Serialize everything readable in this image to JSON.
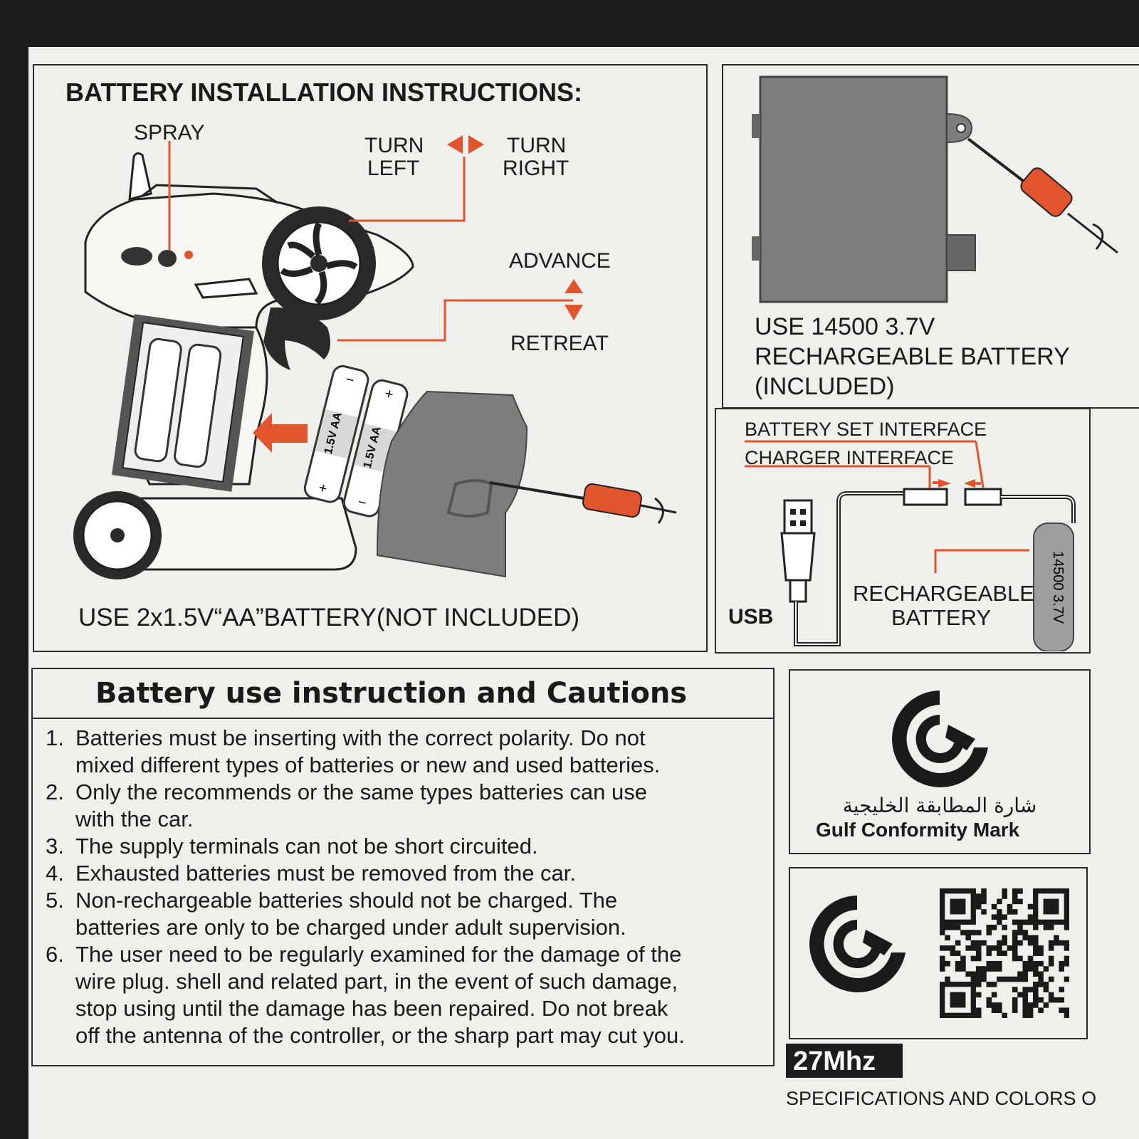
{
  "colors": {
    "accent": "#e2552c",
    "ink": "#1a1a1a",
    "paper": "#efefec",
    "gray_device": "#7d7d7d",
    "badge": "#1c1c1c"
  },
  "installation": {
    "title": "BATTERY INSTALLATION INSTRUCTIONS:",
    "spray": "SPRAY",
    "turn_left_1": "TURN",
    "turn_left_2": "LEFT",
    "turn_right_1": "TURN",
    "turn_right_2": "RIGHT",
    "advance": "ADVANCE",
    "retreat": "RETREAT",
    "battery_label": "1.5V AA",
    "polarity_plus": "+",
    "polarity_minus": "−",
    "footer": "USE 2x1.5V“AA”BATTERY(NOT INCLUDED)"
  },
  "rechargeable": {
    "line1": "USE 14500 3.7V",
    "line2": "RECHARGEABLE BATTERY",
    "line3": "(INCLUDED)",
    "battery_set_interface": "BATTERY SET INTERFACE",
    "charger_interface": "CHARGER INTERFACE",
    "usb": "USB",
    "rech_label_1": "RECHARGEABLE",
    "rech_label_2": "BATTERY",
    "cell_label": "14500 3.7V"
  },
  "cautions": {
    "title": "Battery use instruction and Cautions",
    "items": [
      {
        "num": "1.",
        "lines": [
          "Batteries must be inserting with the correct polarity. Do not",
          "mixed different types of batteries or new and used batteries."
        ]
      },
      {
        "num": "2.",
        "lines": [
          "Only the recommends or the same types batteries can use",
          "with the car."
        ]
      },
      {
        "num": "3.",
        "lines": [
          "The supply terminals can not be short circuited."
        ]
      },
      {
        "num": "4.",
        "lines": [
          "Exhausted batteries must be removed from the car."
        ]
      },
      {
        "num": "5.",
        "lines": [
          "Non-rechargeable batteries should not be charged. The",
          "batteries are only to be charged under adult supervision."
        ]
      },
      {
        "num": "6.",
        "lines": [
          "The user need to be regularly examined for the damage of the",
          "wire plug. shell and related part, in the event of such damage,",
          "stop using until the damage has been repaired. Do not break",
          "off the antenna of the controller, or the sharp part may cut you."
        ]
      }
    ]
  },
  "certification": {
    "arabic": "شارة المطابقة الخليجية",
    "english": "Gulf Conformity Mark",
    "frequency": "27Mhz",
    "bottom_note": "SPECIFICATIONS AND COLORS O"
  },
  "icons": [
    "gulf-conformity-logo-icon",
    "qr-code-icon",
    "screwdriver-icon",
    "rotate-arrow-icon",
    "usb-plug-icon"
  ]
}
